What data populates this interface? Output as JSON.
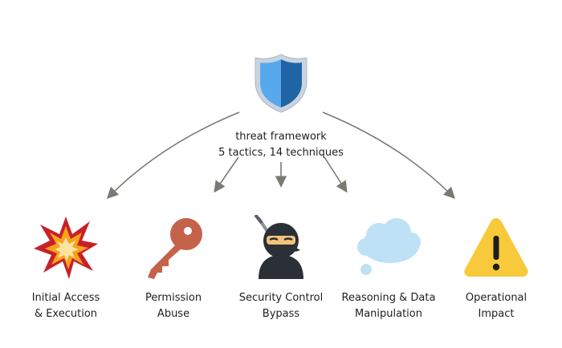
{
  "framework": {
    "line1": "threat framework",
    "line2": "5 tactics, 14 techniques",
    "icon": "shield-icon",
    "colors": {
      "light": "#58a9ec",
      "dark": "#1f64a4",
      "rim": "#b8c6d4"
    }
  },
  "arrow_color": "#7a7a72",
  "tactics": [
    {
      "icon": "explosion-icon",
      "line1": "Initial Access",
      "line2": "& Execution"
    },
    {
      "icon": "key-icon",
      "line1": "Permission",
      "line2": "Abuse"
    },
    {
      "icon": "ninja-icon",
      "line1": "Security Control",
      "line2": "Bypass"
    },
    {
      "icon": "cloud-icon",
      "line1": "Reasoning & Data",
      "line2": "Manipulation"
    },
    {
      "icon": "warning-icon",
      "line1": "Operational",
      "line2": "Impact"
    }
  ]
}
